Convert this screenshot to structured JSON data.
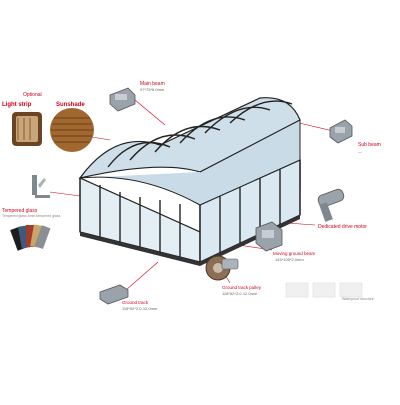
{
  "colors": {
    "accent_red": "#d0021b",
    "frame": "#222222",
    "glass": "#e6f0f6",
    "wood": "#a0682e"
  },
  "labels": {
    "optional": "Optional",
    "light_strip": "Light strip",
    "sunshade": "Sunshade",
    "main_beam": "Main beam",
    "main_beam_spec": "97*75*6.0mm",
    "sub_beam": "Sub beam",
    "sub_beam_spec": "—",
    "tempered_glass": "Tempered glass",
    "tempered_glass_spec": "Tempered glass 5mm tempered glass",
    "drive_motor": "Dedicated drive motor",
    "moving_beam": "Moving ground beam",
    "moving_beam_spec": "145*105*2.0mm",
    "ground_pulley": "Ground track pulley",
    "ground_pulley_spec": "118*52*2.0-12.0mm",
    "ground_track": "Ground track",
    "ground_track_spec": "118*52*2.0-12.0mm",
    "bottom_right_note": "Waterproof structure"
  },
  "icons": [
    "light-strip-thumbnail",
    "sunshade-thumbnail",
    "main-beam-profile",
    "sub-beam-profile",
    "glass-clamp",
    "color-swatches",
    "drive-motor",
    "moving-beam-profile",
    "pulley-wheel",
    "ground-track-profile"
  ]
}
